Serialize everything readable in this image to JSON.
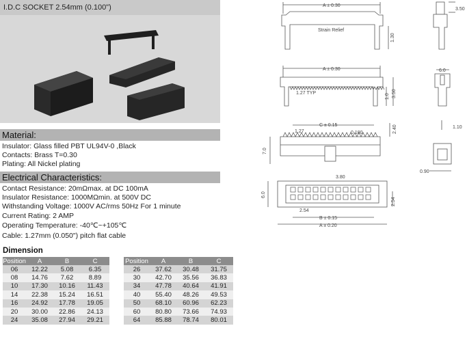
{
  "header": {
    "title": "I.D.C SOCKET 2.54mm (0.100\")"
  },
  "material": {
    "heading": "Material:",
    "lines": [
      "Insulator: Glass filled PBT UL94V-0 ,Black",
      "Contacts: Brass  T=0.30",
      "Plating: All Nickel plating"
    ]
  },
  "electrical": {
    "heading": "Electrical Characteristics:",
    "lines": [
      "Contact Resistance: 20mΩmax. at DC 100mA",
      "Insulator Resistance: 1000MΩmin. at 500V DC",
      "Withstanding Voltage: 1000V AC/rms 50Hz For 1 minute",
      "Current Rating: 2 AMP",
      "Operating Temperature: -40℃~+105℃",
      "Cable: 1.27mm (0.050\") pitch flat cable"
    ]
  },
  "dimension": {
    "title": "Dimension",
    "headers": [
      "Position",
      "A",
      "B",
      "C"
    ],
    "table_left": [
      [
        "06",
        "12.22",
        "5.08",
        "6.35"
      ],
      [
        "08",
        "14.76",
        "7.62",
        "8.89"
      ],
      [
        "10",
        "17.30",
        "10.16",
        "11.43"
      ],
      [
        "14",
        "22.38",
        "15.24",
        "16.51"
      ],
      [
        "16",
        "24.92",
        "17.78",
        "19.05"
      ],
      [
        "20",
        "30.00",
        "22.86",
        "24.13"
      ],
      [
        "24",
        "35.08",
        "27.94",
        "29.21"
      ]
    ],
    "table_right": [
      [
        "26",
        "37.62",
        "30.48",
        "31.75"
      ],
      [
        "30",
        "42.70",
        "35.56",
        "36.83"
      ],
      [
        "34",
        "47.78",
        "40.64",
        "41.91"
      ],
      [
        "40",
        "55.40",
        "48.26",
        "49.53"
      ],
      [
        "50",
        "68.10",
        "60.96",
        "62.23"
      ],
      [
        "60",
        "80.80",
        "73.66",
        "74.93"
      ],
      [
        "64",
        "85.88",
        "78.74",
        "80.01"
      ]
    ]
  },
  "drawing": {
    "dim_a": "A ± 0.30",
    "strain_relief": "Strain Relief",
    "dim_350": "3.50",
    "dim_130": "1.30",
    "dim_127typ": "1.27 TYP",
    "dim_10": "1.0",
    "dim_60": "6.0",
    "dim_c": "C ± 0.15",
    "dim_127": "1.27",
    "dim_0180": "0.180",
    "dim_240": "2.40",
    "dim_70": "7.0",
    "dim_110": "1.10",
    "dim_090": "0.90",
    "dim_380": "3.80",
    "dim_254": "2.54",
    "dim_b": "B ± 0.15",
    "dim_a2": "A ± 0.20"
  }
}
